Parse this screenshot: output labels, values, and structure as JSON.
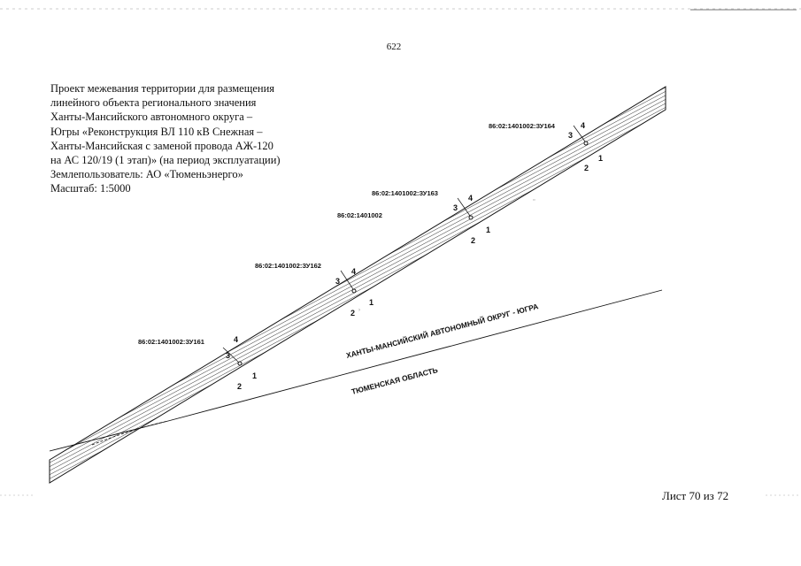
{
  "page_number": "622",
  "title_lines": [
    "Проект межевания территории для размещения",
    "линейного объекта регионального значения",
    "Ханты-Мансийского автономного округа –",
    "Югры «Реконструкция ВЛ 110 кВ Снежная –",
    "Ханты-Мансийская с заменой провода АЖ-120",
    "на АС 120/19 (1 этап)» (на период эксплуатации)",
    "Землепользователь: АО «Тюменьэнерго»",
    "Масштаб: 1:5000"
  ],
  "sheet_label": "Лист 70 из 72",
  "quarter_label": "86:02:1401002",
  "parcels": [
    {
      "label": "86:02:1401002:ЗУ161",
      "p1": "1",
      "p2": "2",
      "p3": "3",
      "p4": "4"
    },
    {
      "label": "86:02:1401002:ЗУ162",
      "p1": "1",
      "p2": "2",
      "p3": "3",
      "p4": "4"
    },
    {
      "label": "86:02:1401002:ЗУ163",
      "p1": "1",
      "p2": "2",
      "p3": "3",
      "p4": "4"
    },
    {
      "label": "86:02:1401002:ЗУ164",
      "p1": "1",
      "p2": "2",
      "p3": "3",
      "p4": "4"
    }
  ],
  "region_north": "ХАНТЫ-МАНСИЙСКИЙ АВТОНОМНЫЙ ОКРУГ - ЮГРА",
  "region_south": "ТЮМЕНСКАЯ ОБЛАСТЬ",
  "colors": {
    "ink": "#111111",
    "hatch": "#222222"
  }
}
